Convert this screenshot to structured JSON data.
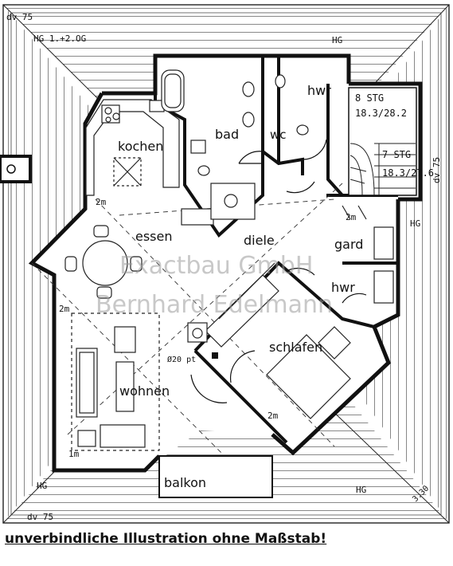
{
  "rooms": {
    "kochen": "kochen",
    "bad": "bad",
    "wc": "wc",
    "hwr_top": "hwr",
    "essen": "essen",
    "diele": "diele",
    "gard": "gard",
    "hwr": "hwr",
    "schlafen": "schlafen",
    "wohnen": "wohnen",
    "balkon": "balkon"
  },
  "annotations": {
    "dv_top_left": "dv 75",
    "hg_level": "HG 1.+2.OG",
    "hg_top_right": "HG",
    "hg_right": "HG",
    "hg_bottom_left": "HG",
    "hg_bottom_right": "HG",
    "dv_bottom_left": "dv 75",
    "dv_right": "dv 75",
    "stair_8_label": "8 STG",
    "stair_8_dims": "18.3/28.2",
    "stair_7_label": "7 STG",
    "stair_7_dims": "18.3/27.6",
    "m2_kitchen": "2m",
    "m2_living": "2m",
    "m2_hall": "2m",
    "m2_bed": "2m",
    "m1_living": "1m",
    "chimney": "Ø20 pt",
    "corner_dim": "3.30"
  },
  "watermark": {
    "line1": "Exactbau GmbH",
    "line2": "Bernhard Edelmann"
  },
  "disclaimer": "unverbindliche Illustration ohne Maßstab!"
}
